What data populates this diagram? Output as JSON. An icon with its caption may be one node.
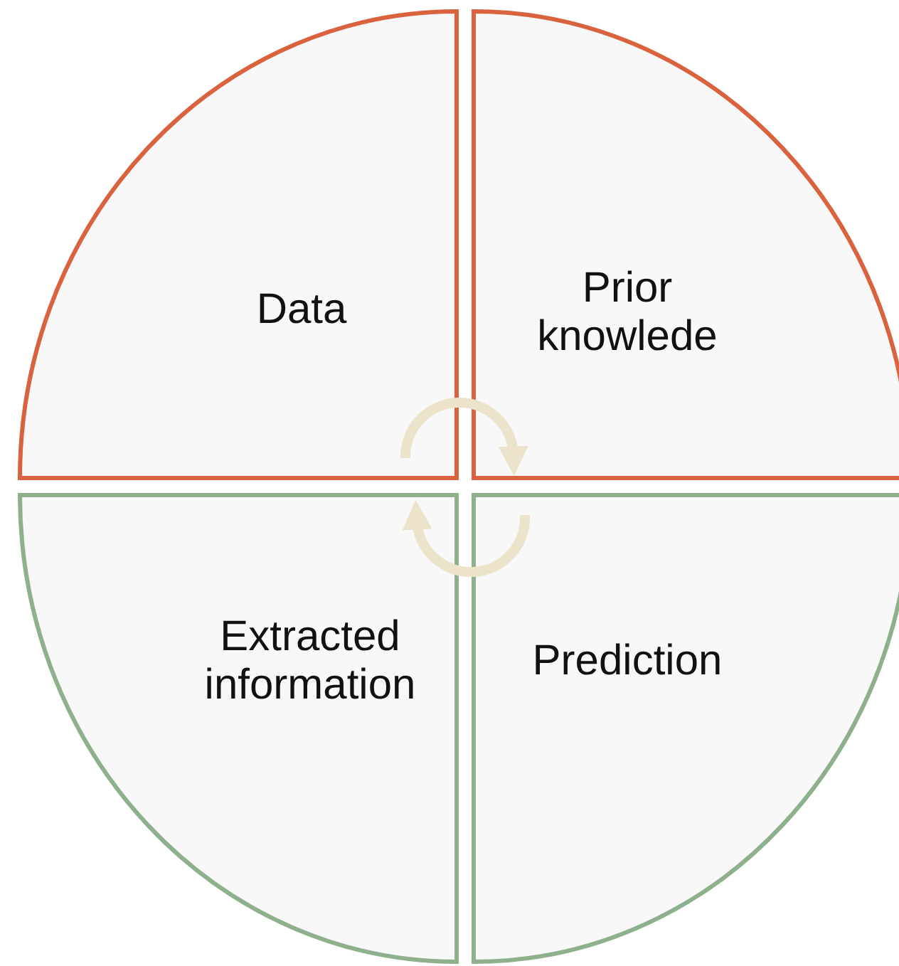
{
  "diagram": {
    "nodes": [
      {
        "text": [
          "Data"
        ]
      },
      {
        "text": [
          "Prior knowlede"
        ]
      },
      {
        "text": [
          "Extracted information"
        ]
      },
      {
        "text": [
          "Prediction"
        ]
      }
    ],
    "edges": [
      {
        "from": 0,
        "to": 1,
        "arrow": "to"
      },
      {
        "from": 3,
        "to": 2,
        "arrow": "to"
      }
    ]
  }
}
